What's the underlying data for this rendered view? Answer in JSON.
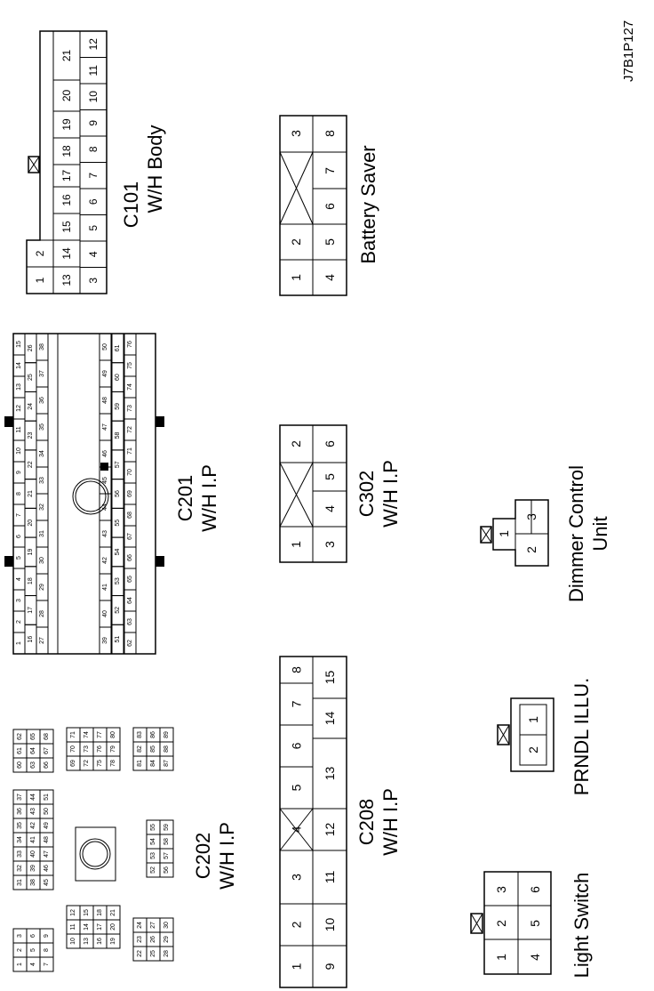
{
  "drawing_code": "J7B1P127",
  "connectors": {
    "c101": {
      "title": "C101",
      "subtitle": "W/H Body",
      "rows": [
        [
          "12",
          "11",
          "10",
          "9",
          "8",
          "7",
          "6",
          "5",
          "4",
          "3"
        ],
        [
          "21",
          "20",
          "19",
          "18",
          "17",
          "16",
          "15",
          "14",
          "13"
        ],
        [
          "1",
          "2"
        ]
      ]
    },
    "battery_saver": {
      "title": "Battery Saver",
      "cells": [
        "1",
        "2",
        "3",
        "4",
        "5",
        "6",
        "7",
        "8"
      ]
    },
    "c201": {
      "title": "C201",
      "subtitle": "W/H I.P"
    },
    "c302": {
      "title": "C302",
      "subtitle": "W/H I.P",
      "cells": [
        "1",
        "2",
        "3",
        "4",
        "5",
        "6"
      ]
    },
    "dimmer": {
      "title": "Dimmer Control",
      "subtitle": "Unit",
      "cells": [
        "1",
        "2",
        "3"
      ]
    },
    "c202": {
      "title": "C202",
      "subtitle": "W/H I.P"
    },
    "c208": {
      "title": "C208",
      "subtitle": "W/H I.P",
      "top": [
        "1",
        "2",
        "3",
        "4",
        "5",
        "6",
        "7",
        "8"
      ],
      "bottom": [
        "9",
        "10",
        "11",
        "12",
        "13",
        "14",
        "15"
      ]
    },
    "prndl": {
      "title": "PRNDL ILLU.",
      "cells": [
        "1",
        "2"
      ]
    },
    "light_switch": {
      "title": "Light Switch",
      "cells": [
        "1",
        "2",
        "3",
        "4",
        "5",
        "6"
      ]
    }
  }
}
